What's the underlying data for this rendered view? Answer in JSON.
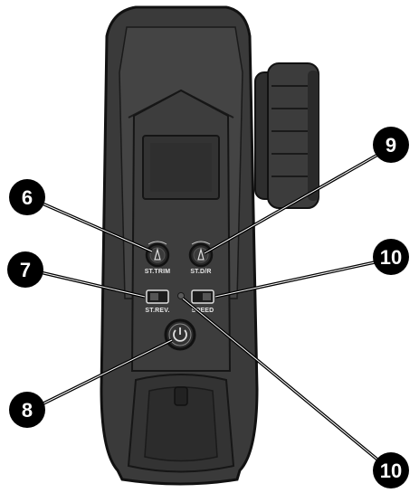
{
  "labels": {
    "st_trim": "ST.TRIM",
    "st_dr": "ST.D/R",
    "st_rev": "ST.REV.",
    "speed": "SPEED"
  },
  "callouts": {
    "c6": "6",
    "c7": "7",
    "c8": "8",
    "c9": "9",
    "c10_upper": "10",
    "c10_lower": "10"
  },
  "colors": {
    "body_dark": "#3a3a3a",
    "body_mid": "#4a4a4a",
    "outline": "#111111",
    "callout_fill": "#000000",
    "callout_text": "#ffffff",
    "background": "#ffffff"
  },
  "icons": {
    "power": "power-icon",
    "dial": "trim-dial-icon",
    "switch": "slide-switch-icon",
    "led": "indicator-led-icon"
  }
}
